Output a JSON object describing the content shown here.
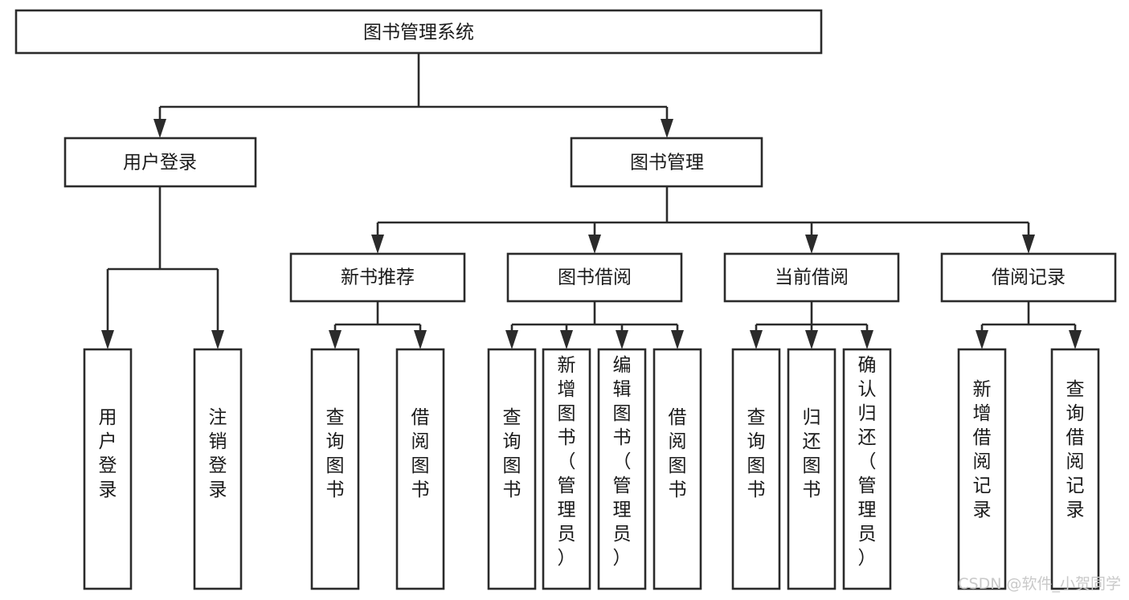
{
  "diagram": {
    "type": "tree-hierarchy",
    "title": "图书管理系统",
    "orientation": "top-down",
    "colors": {
      "box_stroke": "#2b2b2b",
      "box_fill": "#ffffff",
      "text": "#1a1a1a",
      "background": "#ffffff",
      "watermark": "#c9c9c9"
    },
    "levels": {
      "level1": [
        {
          "id": "root",
          "label": "图书管理系统",
          "orient": "horizontal"
        }
      ],
      "level2": [
        {
          "id": "login",
          "label": "用户登录",
          "orient": "horizontal",
          "parent": "root"
        },
        {
          "id": "bookmgmt",
          "label": "图书管理",
          "orient": "horizontal",
          "parent": "root"
        }
      ],
      "level3": [
        {
          "id": "newbook",
          "label": "新书推荐",
          "orient": "horizontal",
          "parent": "bookmgmt"
        },
        {
          "id": "borrow",
          "label": "图书借阅",
          "orient": "horizontal",
          "parent": "bookmgmt"
        },
        {
          "id": "current",
          "label": "当前借阅",
          "orient": "horizontal",
          "parent": "bookmgmt"
        },
        {
          "id": "records",
          "label": "借阅记录",
          "orient": "horizontal",
          "parent": "bookmgmt"
        }
      ],
      "level4": [
        {
          "id": "leaf-user-login",
          "label": "用户登录",
          "orient": "vertical",
          "parent": "login",
          "align": "middle"
        },
        {
          "id": "leaf-user-logout",
          "label": "注销登录",
          "orient": "vertical",
          "parent": "login",
          "align": "middle"
        },
        {
          "id": "leaf-query-book-1",
          "label": "查询图书",
          "orient": "vertical",
          "parent": "newbook",
          "align": "middle"
        },
        {
          "id": "leaf-borrow-book-1",
          "label": "借阅图书",
          "orient": "vertical",
          "parent": "newbook",
          "align": "middle"
        },
        {
          "id": "leaf-query-book-2",
          "label": "查询图书",
          "orient": "vertical",
          "parent": "borrow",
          "align": "middle"
        },
        {
          "id": "leaf-add-book",
          "label": "新增图书（管理员）",
          "orient": "vertical",
          "parent": "borrow",
          "align": "top"
        },
        {
          "id": "leaf-edit-book",
          "label": "编辑图书（管理员）",
          "orient": "vertical",
          "parent": "borrow",
          "align": "top"
        },
        {
          "id": "leaf-borrow-book-2",
          "label": "借阅图书",
          "orient": "vertical",
          "parent": "borrow",
          "align": "middle"
        },
        {
          "id": "leaf-query-book-3",
          "label": "查询图书",
          "orient": "vertical",
          "parent": "current",
          "align": "middle"
        },
        {
          "id": "leaf-return-book",
          "label": "归还图书",
          "orient": "vertical",
          "parent": "current",
          "align": "middle"
        },
        {
          "id": "leaf-confirm-return",
          "label": "确认归还（管理员）",
          "orient": "vertical",
          "parent": "current",
          "align": "top"
        },
        {
          "id": "leaf-add-record",
          "label": "新增借阅记录",
          "orient": "vertical",
          "parent": "records",
          "align": "middle"
        },
        {
          "id": "leaf-query-record",
          "label": "查询借阅记录",
          "orient": "vertical",
          "parent": "records",
          "align": "middle"
        }
      ]
    }
  },
  "watermark": {
    "text": "CSDN @软件_小贺同学"
  }
}
